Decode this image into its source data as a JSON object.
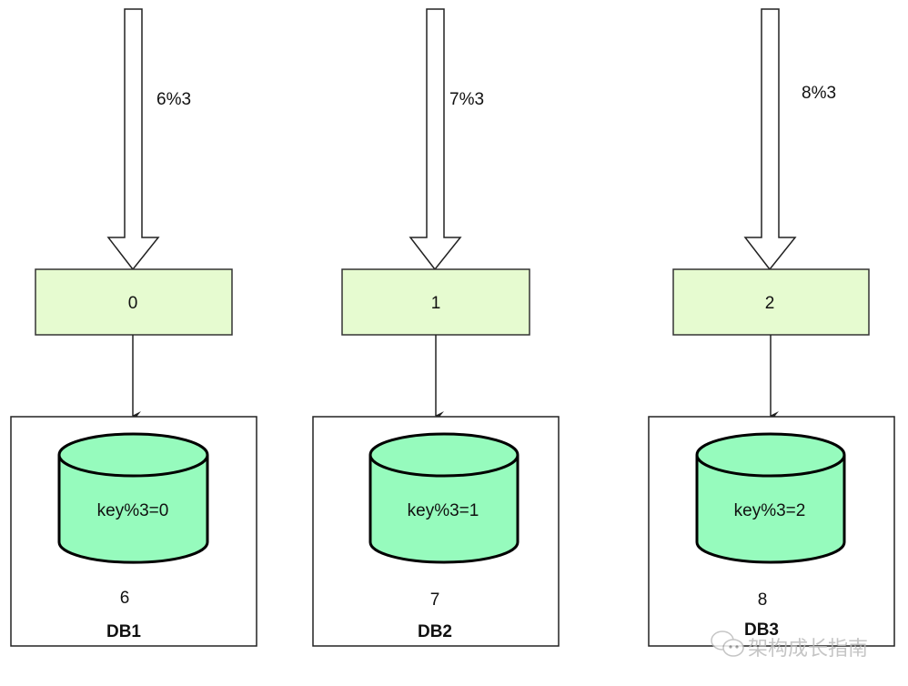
{
  "diagram": {
    "columns": [
      {
        "input_label": "6%3",
        "bucket_label": "0",
        "db_condition": "key%3=0",
        "stored_value": "6",
        "db_name": "DB1"
      },
      {
        "input_label": "7%3",
        "bucket_label": "1",
        "db_condition": "key%3=1",
        "stored_value": "7",
        "db_name": "DB2"
      },
      {
        "input_label": "8%3",
        "bucket_label": "2",
        "db_condition": "key%3=2",
        "stored_value": "8",
        "db_name": "DB3"
      }
    ],
    "colors": {
      "bucket_fill": "#e6fbd0",
      "cylinder_fill": "#96fbbd",
      "stroke": "#222222"
    },
    "watermark": "架构成长指南"
  }
}
